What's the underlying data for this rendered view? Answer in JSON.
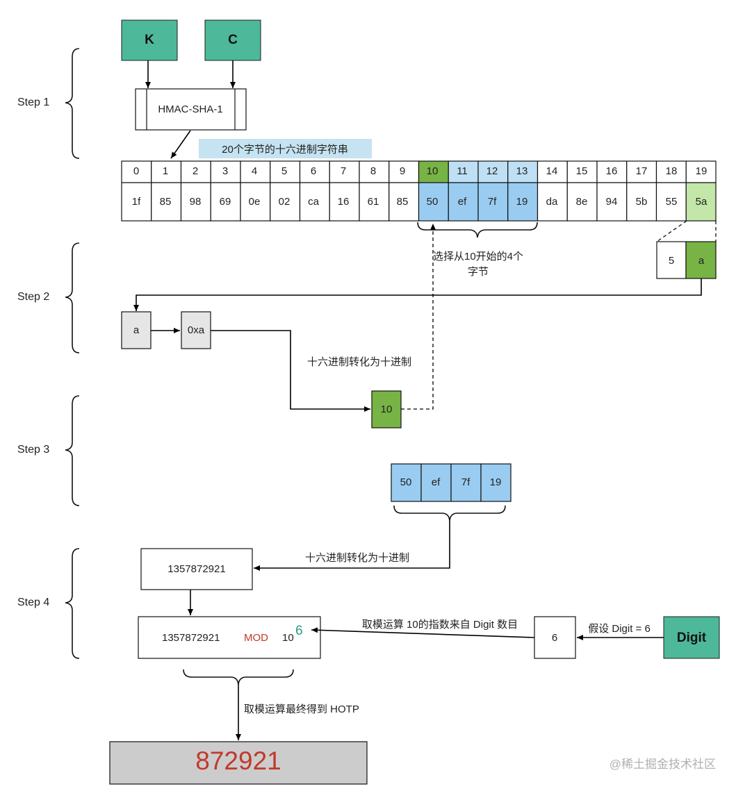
{
  "step_labels": [
    "Step 1",
    "Step 2",
    "Step 3",
    "Step 4"
  ],
  "inputs": {
    "k": "K",
    "c": "C",
    "digit": "Digit"
  },
  "hmac_label": "HMAC-SHA-1",
  "bytes_caption": "20个字节的十六进制字符串",
  "byte_indices": [
    "0",
    "1",
    "2",
    "3",
    "4",
    "5",
    "6",
    "7",
    "8",
    "9",
    "10",
    "11",
    "12",
    "13",
    "14",
    "15",
    "16",
    "17",
    "18",
    "19"
  ],
  "byte_values": [
    "1f",
    "85",
    "98",
    "69",
    "0e",
    "02",
    "ca",
    "16",
    "61",
    "85",
    "50",
    "ef",
    "7f",
    "19",
    "da",
    "8e",
    "94",
    "5b",
    "55",
    "5a"
  ],
  "select_caption": [
    "选择从10开始的4个",
    "字节"
  ],
  "last_byte_split": [
    "5",
    "a"
  ],
  "nibble": "a",
  "hex_value": "0xa",
  "hex_to_dec_1": "十六进制转化为十进制",
  "offset_decimal": "10",
  "selected_bytes": [
    "50",
    "ef",
    "7f",
    "19"
  ],
  "hex_to_dec_2": "十六进制转化为十进制",
  "binary_number": "1357872921",
  "mod_expression": {
    "number": "1357872921",
    "op": "MOD",
    "base": "10",
    "exponent": "6"
  },
  "mod_caption": "取模运算 10的指数来自 Digit 数目",
  "digit_value": "6",
  "digit_assumption": "假设 Digit = 6",
  "hotp_caption": "取模运算最终得到 HOTP",
  "hotp": "872921",
  "watermark": "@稀土掘金技术社区",
  "colors": {
    "teal": "#4db89a",
    "green": "#78b346",
    "light_green": "#c3e6a9",
    "blue": "#99ccf0",
    "light_blue": "#bfe0f4",
    "caption_bg": "#c5e3f1",
    "gray_box": "#e6e6e6",
    "hotp_box": "#cccccc",
    "red": "#c0392b",
    "exponent": "#2a9a8a"
  }
}
